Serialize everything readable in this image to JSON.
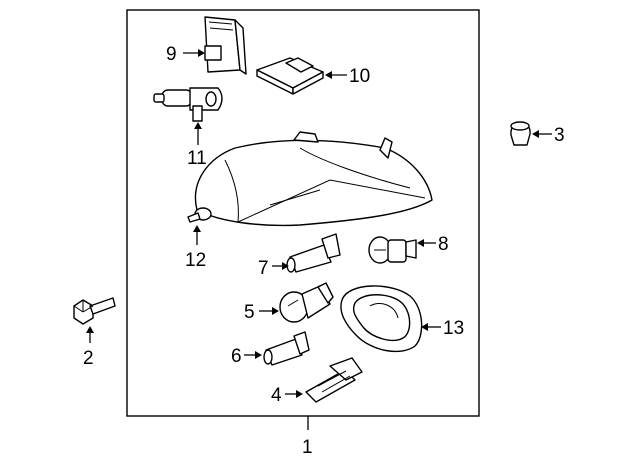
{
  "diagram": {
    "callouts": {
      "c1": "1",
      "c2": "2",
      "c3": "3",
      "c4": "4",
      "c5": "5",
      "c6": "6",
      "c7": "7",
      "c8": "8",
      "c9": "9",
      "c10": "10",
      "c11": "11",
      "c12": "12",
      "c13": "13"
    },
    "colors": {
      "line": "#000000",
      "background": "#ffffff",
      "shade": "#dddddd"
    }
  }
}
